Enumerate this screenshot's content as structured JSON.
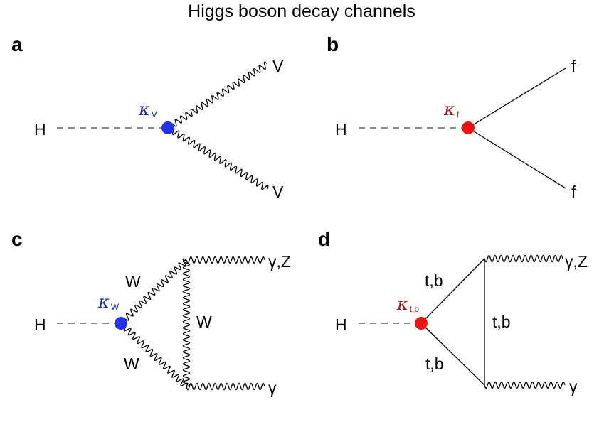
{
  "title": "Higgs boson decay channels",
  "colors": {
    "vector_coupling": "#2233ee",
    "vector_label": "#1a2aa8",
    "fermion_coupling": "#ee1111",
    "fermion_label": "#a01515"
  },
  "panels": {
    "a": {
      "letter": "a",
      "initial": "H",
      "coupling_symbol": "κ",
      "coupling_sub": "V",
      "out_top": "V",
      "out_bottom": "V"
    },
    "b": {
      "letter": "b",
      "initial": "H",
      "coupling_symbol": "κ",
      "coupling_sub": "f",
      "out_top": "f",
      "out_bottom": "f"
    },
    "c": {
      "letter": "c",
      "initial": "H",
      "coupling_symbol": "κ",
      "coupling_sub": "W",
      "loop_upper": "W",
      "loop_right": "W",
      "loop_lower": "W",
      "out_top": "γ,Z",
      "out_bottom": "γ"
    },
    "d": {
      "letter": "d",
      "initial": "H",
      "coupling_symbol": "κ",
      "coupling_sub": "t,b",
      "loop_upper": "t,b",
      "loop_right": "t,b",
      "loop_lower": "t,b",
      "out_top": "γ,Z",
      "out_bottom": "γ"
    }
  }
}
